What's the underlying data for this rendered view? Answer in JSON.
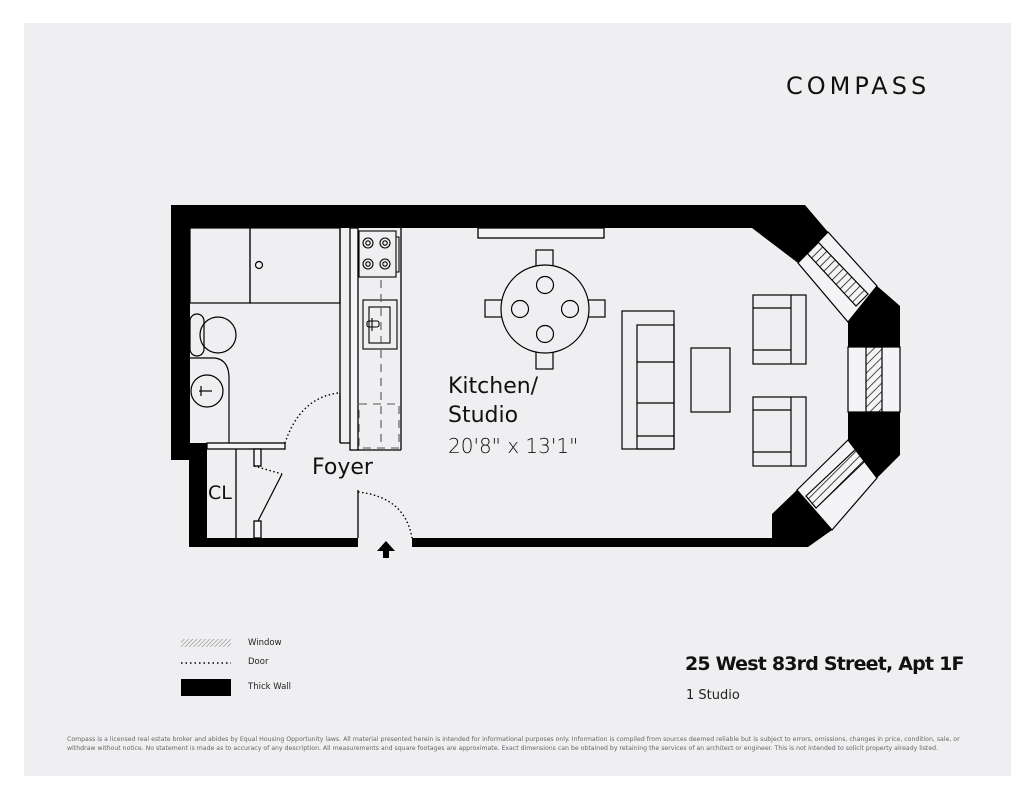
{
  "brand": {
    "logo_text": "COMPASS"
  },
  "floor_plan": {
    "rooms": [
      {
        "id": "kitchen-studio",
        "name_line1": "Kitchen/",
        "name_line2": "Studio",
        "dimensions": "20'8\" x 13'1\""
      },
      {
        "id": "foyer",
        "name": "Foyer"
      },
      {
        "id": "closet",
        "name": "CL"
      }
    ],
    "fixtures": [
      "stove",
      "kitchen-sink",
      "refrigerator",
      "toilet",
      "bathroom-sink",
      "bathtub",
      "dining-table",
      "dining-chairs",
      "sofa",
      "coffee-table",
      "armchairs"
    ],
    "entrance_icon": "arrow-up-icon"
  },
  "legend": {
    "items": [
      {
        "label": "Window",
        "symbol": "hatched-bar"
      },
      {
        "label": "Door",
        "symbol": "dotted-line"
      },
      {
        "label": "Thick Wall",
        "symbol": "solid-black-bar"
      }
    ]
  },
  "listing": {
    "address": "25 West 83rd Street, Apt 1F",
    "unit_type": "1 Studio"
  },
  "disclaimer": "Compass is a licensed real estate broker and abides by Equal Housing Opportunity laws. All material presented herein is intended for informational purposes only. Information is compiled from sources deemed reliable but is subject to errors, omissions, changes in price, condition, sale, or withdraw without notice. No statement is made as to accuracy of any description. All measurements and square footages are approximate. Exact dimensions can be obtained by retaining the services of an architect or engineer. This is not intended to solicit property already listed.",
  "colors": {
    "background": "#efeff1",
    "wall": "#000000",
    "text": "#111111",
    "disclaimer": "#666666"
  }
}
